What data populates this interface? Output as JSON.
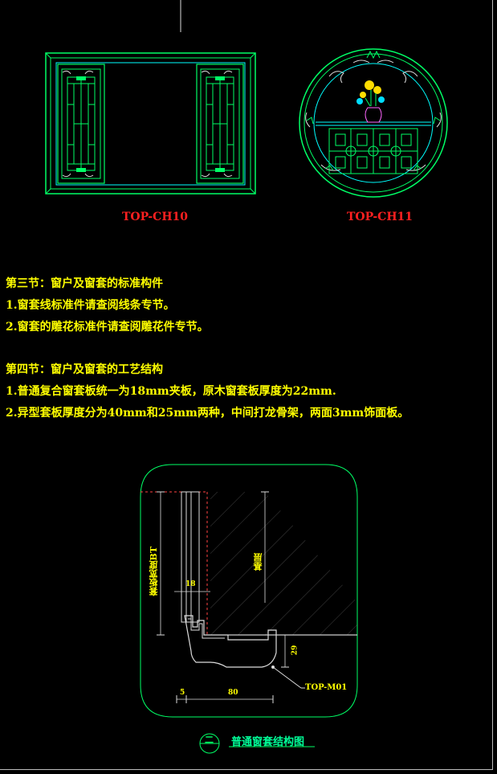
{
  "labels": {
    "left_window": "TOP-CH10",
    "round_window": "TOP-CH11",
    "profile": "TOP-M01",
    "caption": "普通窗套结构图",
    "caption_symbol": "二"
  },
  "text": {
    "section3_title": "第三节：窗户及窗套的标准构件",
    "section3_item1": "1.窗套线标准件请查阅线条专节。",
    "section3_item2": "2.窗套的雕花标准件请查阅雕花件专节。",
    "section4_title": "第四节：窗户及窗套的工艺结构",
    "section4_item1": "1.普通复合窗套板统一为18mm夹板，原木窗套板厚度为22mm.",
    "section4_item2": "2.异型套板厚度分为40mm和25mm两种，中间打龙骨架，两面3mm饰面板。"
  },
  "dimensions": {
    "d18": "18",
    "d29": "29",
    "d5": "5",
    "d80": "80",
    "left_vertical": "套板宽度BT",
    "right_vertical": "基层"
  },
  "colors": {
    "background": "#000000",
    "green": "#00ff66",
    "cyan": "#00ffff",
    "red": "#ff2020",
    "yellow": "#ffff00"
  }
}
